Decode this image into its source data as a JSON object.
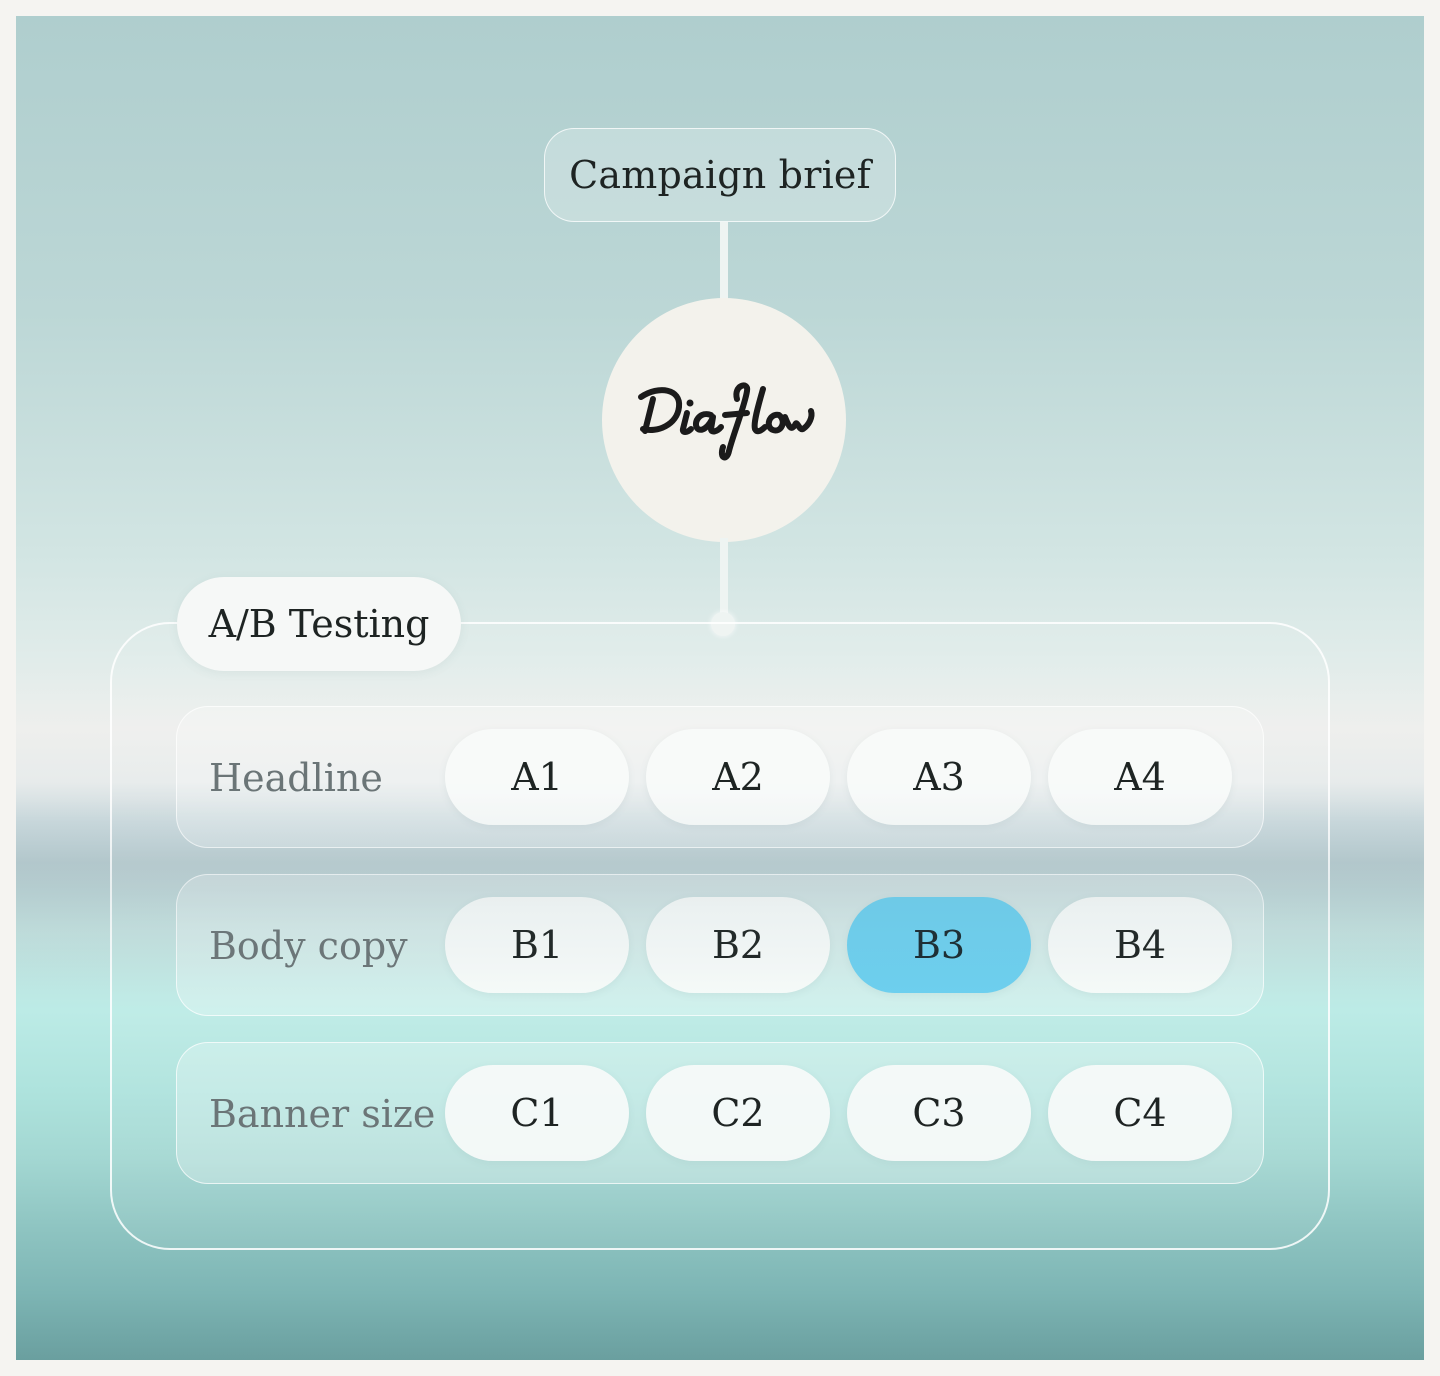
{
  "brief": {
    "label": "Campaign brief"
  },
  "logo": {
    "text": "Diaflow"
  },
  "ab_testing": {
    "label": "A/B Testing",
    "rows": [
      {
        "label": "Headline",
        "variants": [
          "A1",
          "A2",
          "A3",
          "A4"
        ]
      },
      {
        "label": "Body copy",
        "variants": [
          "B1",
          "B2",
          "B3",
          "B4"
        ]
      },
      {
        "label": "Banner size",
        "variants": [
          "C1",
          "C2",
          "C3",
          "C4"
        ]
      }
    ],
    "selected_variant": "B3"
  },
  "colors": {
    "selected_variant": "#6dcfee",
    "logo_circle": "#f3f2ec",
    "text_dark": "#1e2423",
    "text_muted": "#6b7577"
  },
  "icons": {
    "logo": "diaflow-script-logo"
  }
}
